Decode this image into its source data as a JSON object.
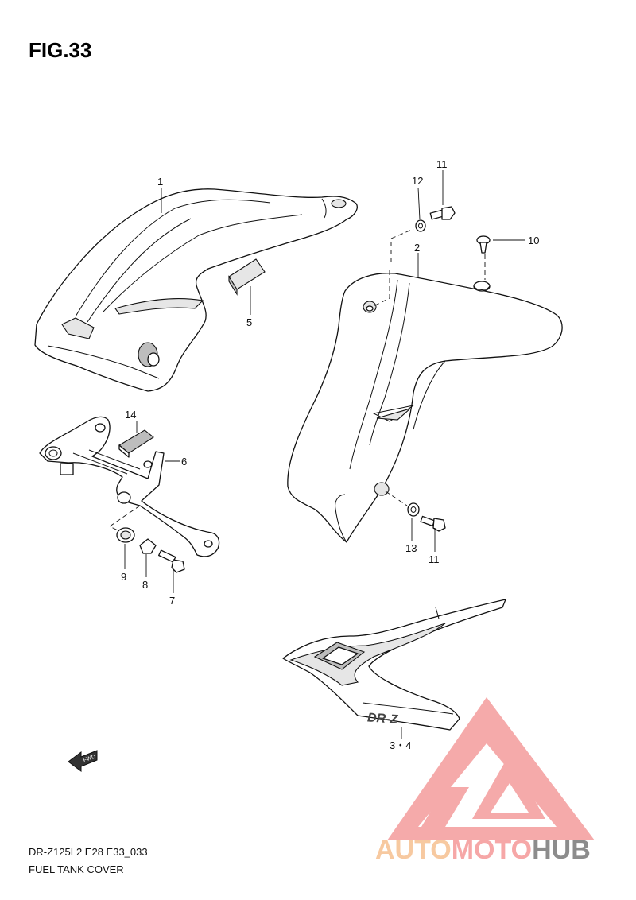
{
  "figure": {
    "title": "FIG.33",
    "model_code": "DR-Z125L2 E28 E33_033",
    "name": "FUEL TANK COVER"
  },
  "callouts": [
    "1",
    "2",
    "3・4",
    "5",
    "6",
    "7",
    "8",
    "9",
    "10",
    "11",
    "11",
    "12",
    "13",
    "14"
  ],
  "fwd_label": "FWD",
  "decal_text": "DR-Z",
  "watermark": {
    "part1": "AUTO",
    "part2": "MOTO",
    "part3": "HUB",
    "colors": {
      "auto": "#f7c9a0",
      "moto": "#f6a7a7",
      "hub": "#8c8c8c",
      "logo": "#f28e8e"
    }
  }
}
